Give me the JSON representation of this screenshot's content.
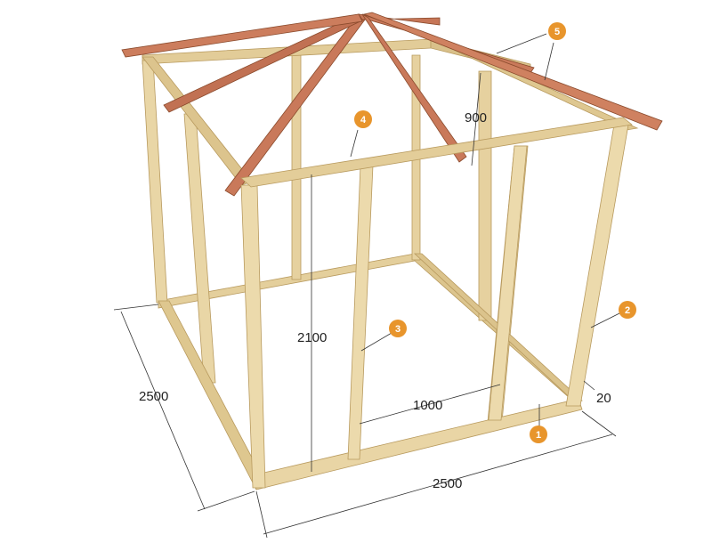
{
  "colors": {
    "wood": "#e7d3a2",
    "wood_dark": "#d4bb82",
    "roof_wood": "#c9795a",
    "marker": "#e8952c",
    "line": "#333333",
    "background": "#ffffff"
  },
  "dimensions": {
    "width_front": "2500",
    "width_side": "2500",
    "post_height": "2100",
    "roof_height": "900",
    "post_spacing": "1000",
    "base_offset": "20"
  },
  "markers": [
    {
      "label": "1",
      "part": "bottom-frame"
    },
    {
      "label": "2",
      "part": "corner-post"
    },
    {
      "label": "3",
      "part": "intermediate-post"
    },
    {
      "label": "4",
      "part": "top-frame"
    },
    {
      "label": "5",
      "part": "roof-rafter"
    }
  ]
}
